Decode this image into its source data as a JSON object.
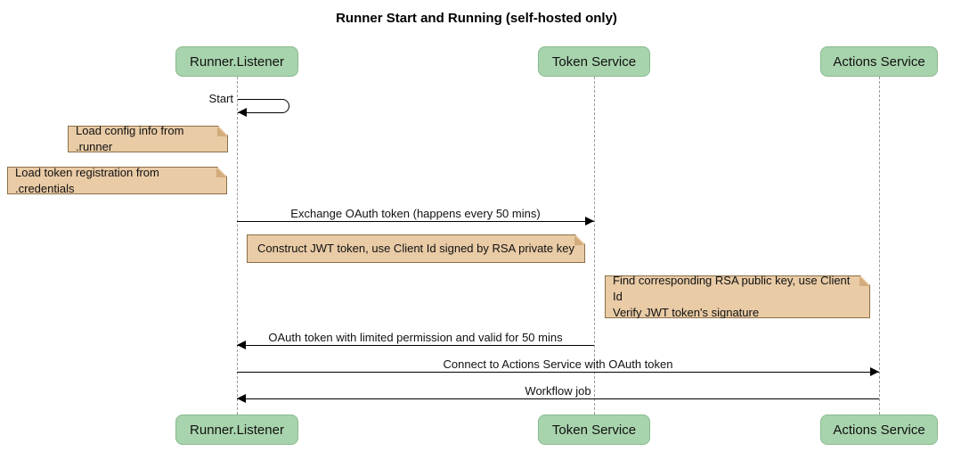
{
  "title": "Runner Start and Running (self-hosted only)",
  "participants": [
    {
      "name": "Runner.Listener"
    },
    {
      "name": "Token Service"
    },
    {
      "name": "Actions Service"
    }
  ],
  "messages": {
    "self_start": "Start",
    "exchange_oauth": "Exchange OAuth token (happens every 50 mins)",
    "oauth_return": "OAuth token with limited permission and valid for 50 mins",
    "connect_actions": "Connect to Actions Service with OAuth token",
    "workflow_job": "Workflow job"
  },
  "notes": {
    "load_config": "Load config info from .runner",
    "load_token_registration": "Load token registration from .credentials",
    "construct_jwt": "Construct JWT token, use Client Id signed by RSA private key",
    "find_rsa": "Find corresponding RSA public key, use Client Id\nVerify JWT token's signature"
  },
  "colors": {
    "participant_fill": "#a8d4ad",
    "participant_border": "#89b98e",
    "note_fill": "#e9cba6",
    "note_border": "#8a7048",
    "note_fold": "#d3ab7c",
    "lifeline": "#999999",
    "arrow": "#000000",
    "background": "#ffffff"
  }
}
